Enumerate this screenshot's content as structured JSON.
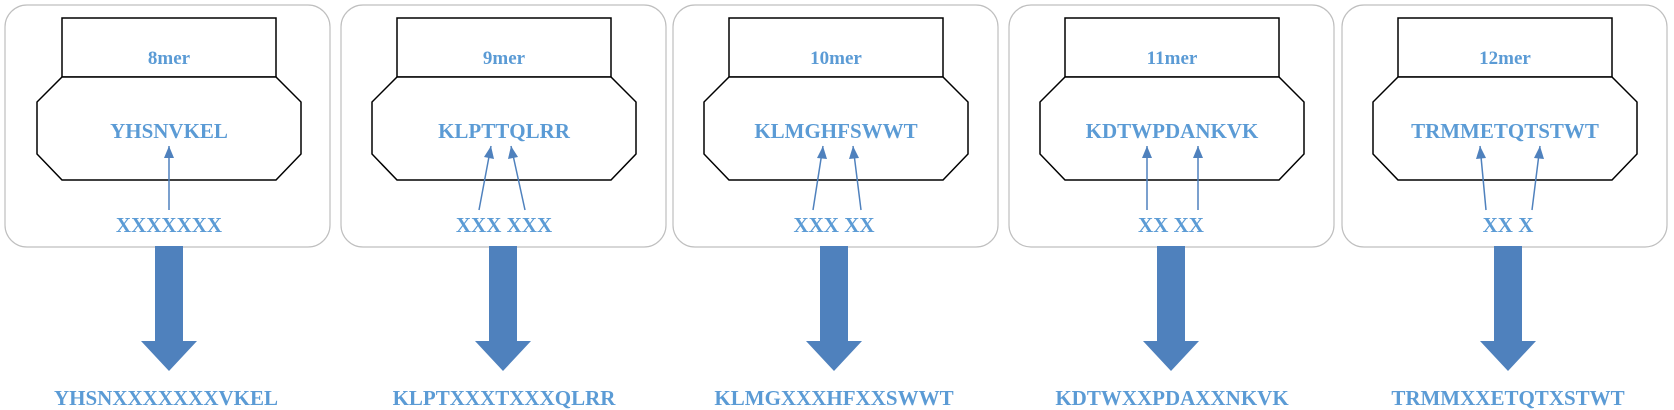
{
  "panels": [
    {
      "header": "8mer",
      "peptide": "YHSNVKEL",
      "insert": "XXXXXXX",
      "result": "YHSNXXXXXXXVKEL"
    },
    {
      "header": "9mer",
      "peptide": "KLPTTQLRR",
      "insert": "XXX XXX",
      "result": "KLPTXXXTXXXQLRR"
    },
    {
      "header": "10mer",
      "peptide": "KLMGHFSWWT",
      "insert": "XXX XX",
      "result": "KLMGXXXHFXXSWWT"
    },
    {
      "header": "11mer",
      "peptide": "KDTWPDANKVK",
      "insert": "XX XX",
      "result": "KDTWXXPDAXXNKVK"
    },
    {
      "header": "12mer",
      "peptide": "TRMMETQTSTWT",
      "insert": "XX X",
      "result": "TRMMXXETQTXSTWT"
    }
  ],
  "colors": {
    "text": "#5b9bd5",
    "arrow": "#4f81bd",
    "box": "#bfbfbf",
    "shape": "#000000"
  }
}
